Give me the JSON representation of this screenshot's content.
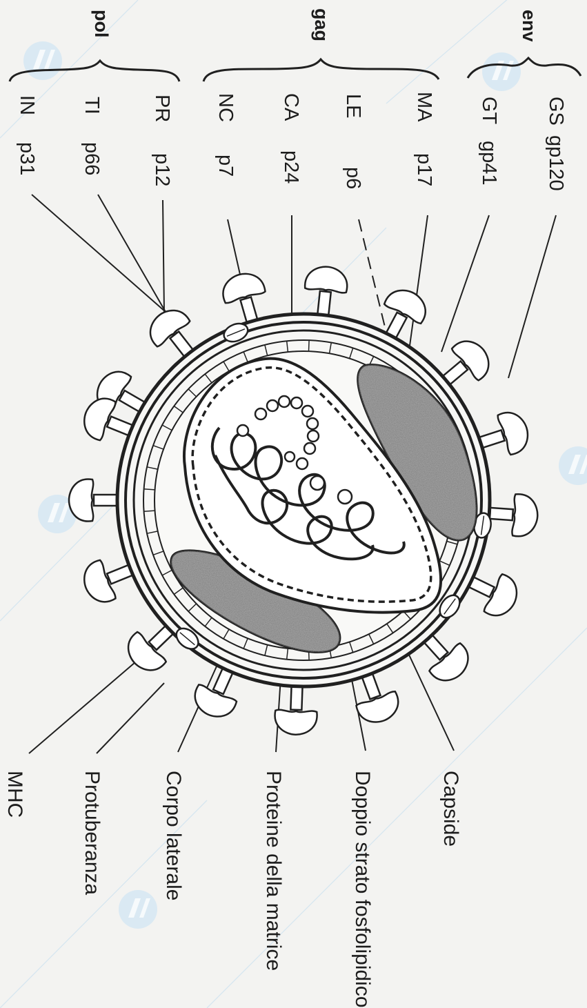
{
  "groups": {
    "env": "env",
    "gag": "gag",
    "pol": "pol"
  },
  "proteins": [
    {
      "abbr": "GS",
      "code": "gp120"
    },
    {
      "abbr": "GT",
      "code": "gp41"
    },
    {
      "abbr": "MA",
      "code": "p17"
    },
    {
      "abbr": "LE",
      "code": "p6"
    },
    {
      "abbr": "CA",
      "code": "p24"
    },
    {
      "abbr": "NC",
      "code": "p7"
    },
    {
      "abbr": "PR",
      "code": "p12"
    },
    {
      "abbr": "TI",
      "code": "p66"
    },
    {
      "abbr": "IN",
      "code": "p31"
    }
  ],
  "structures": [
    "Capside",
    "Doppio strato fosfolipidico",
    "Proteine della matrice",
    "Corpo laterale",
    "Protuberanza",
    "MHC"
  ],
  "colors": {
    "ink": "#202020",
    "background": "#f3f3f1",
    "lateral_body": "#7d7d7d",
    "watermark": "#bcd8ea"
  },
  "watermark_icon": "logo-watermark-icon"
}
